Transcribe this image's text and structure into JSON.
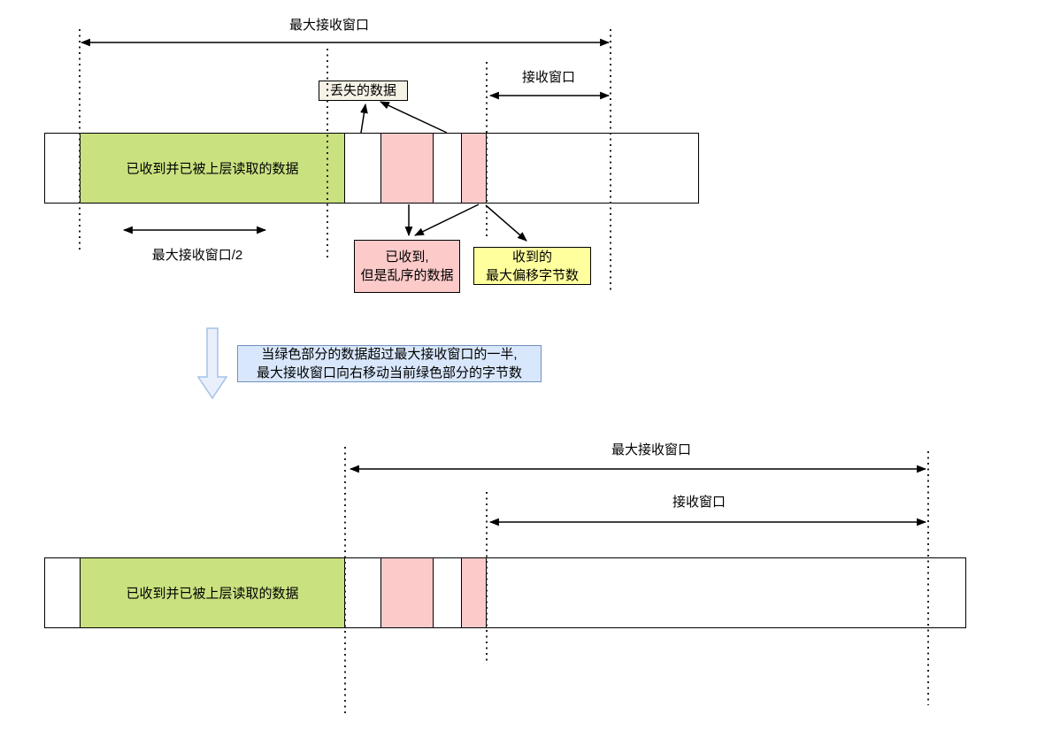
{
  "colors": {
    "green": "#c9e17f",
    "pink": "#fdcaca",
    "yellow": "#ffff9e",
    "cream": "#f6f2e6",
    "note_fill": "#d8e7fb",
    "note_border": "#7291bf",
    "arrow_fill": "#e9f0fc",
    "arrow_border": "#a5c1e6"
  },
  "top_diagram": {
    "max_window_label": "最大接收窗口",
    "recv_window_label": "接收窗口",
    "lost_data_label": "丢失的数据",
    "green_bar_label": "已收到并已被上层读取的数据",
    "half_window_label": "最大接收窗口/2",
    "out_of_order_line1": "已收到,",
    "out_of_order_line2": "但是乱序的数据",
    "max_offset_line1": "收到的",
    "max_offset_line2": "最大偏移字节数"
  },
  "middle_note": {
    "line1": "当绿色部分的数据超过最大接收窗口的一半,",
    "line2": "最大接收窗口向右移动当前绿色部分的字节数"
  },
  "bottom_diagram": {
    "max_window_label": "最大接收窗口",
    "recv_window_label": "接收窗口",
    "green_bar_label": "已收到并已被上层读取的数据"
  }
}
